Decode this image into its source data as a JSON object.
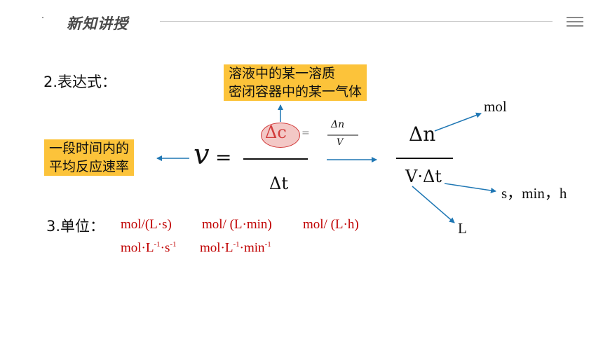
{
  "header": {
    "title": "新知讲授"
  },
  "menu_icon": "hamburger-menu-icon",
  "sections": {
    "expression": "2.表达式：",
    "units": "3.单位："
  },
  "boxes": {
    "left": {
      "line1": "一段时间内的",
      "line2": "平均反应速率"
    },
    "top": {
      "line1": "溶液中的某一溶质",
      "line2": "密闭容器中的某一气体"
    }
  },
  "formula": {
    "v": "v",
    "equals": "=",
    "delta_c": "Δc",
    "small_equals": "=",
    "small_num": "Δn",
    "small_den": "V",
    "denominator": "Δt",
    "big_num": "Δn",
    "big_den": "V·Δt"
  },
  "labels": {
    "mol": "mol",
    "time": "s，min，h",
    "L": "L"
  },
  "units": {
    "row1": [
      "mol/(L·s)",
      "mol/ (L·min)",
      "mol/ (L·h)"
    ],
    "row2a": {
      "base": "mol·L",
      "exp1": "-1",
      "mid": "·s",
      "exp2": "-1"
    },
    "row2b": {
      "base": "mol·L",
      "exp1": "-1",
      "mid": "·min",
      "exp2": "-1"
    }
  },
  "colors": {
    "arrow": "#1f77b4",
    "box": "#fcc33a",
    "unit_text": "#c00000",
    "ellipse_fill": "#f3c8c6",
    "ellipse_stroke": "#d23b3b"
  }
}
